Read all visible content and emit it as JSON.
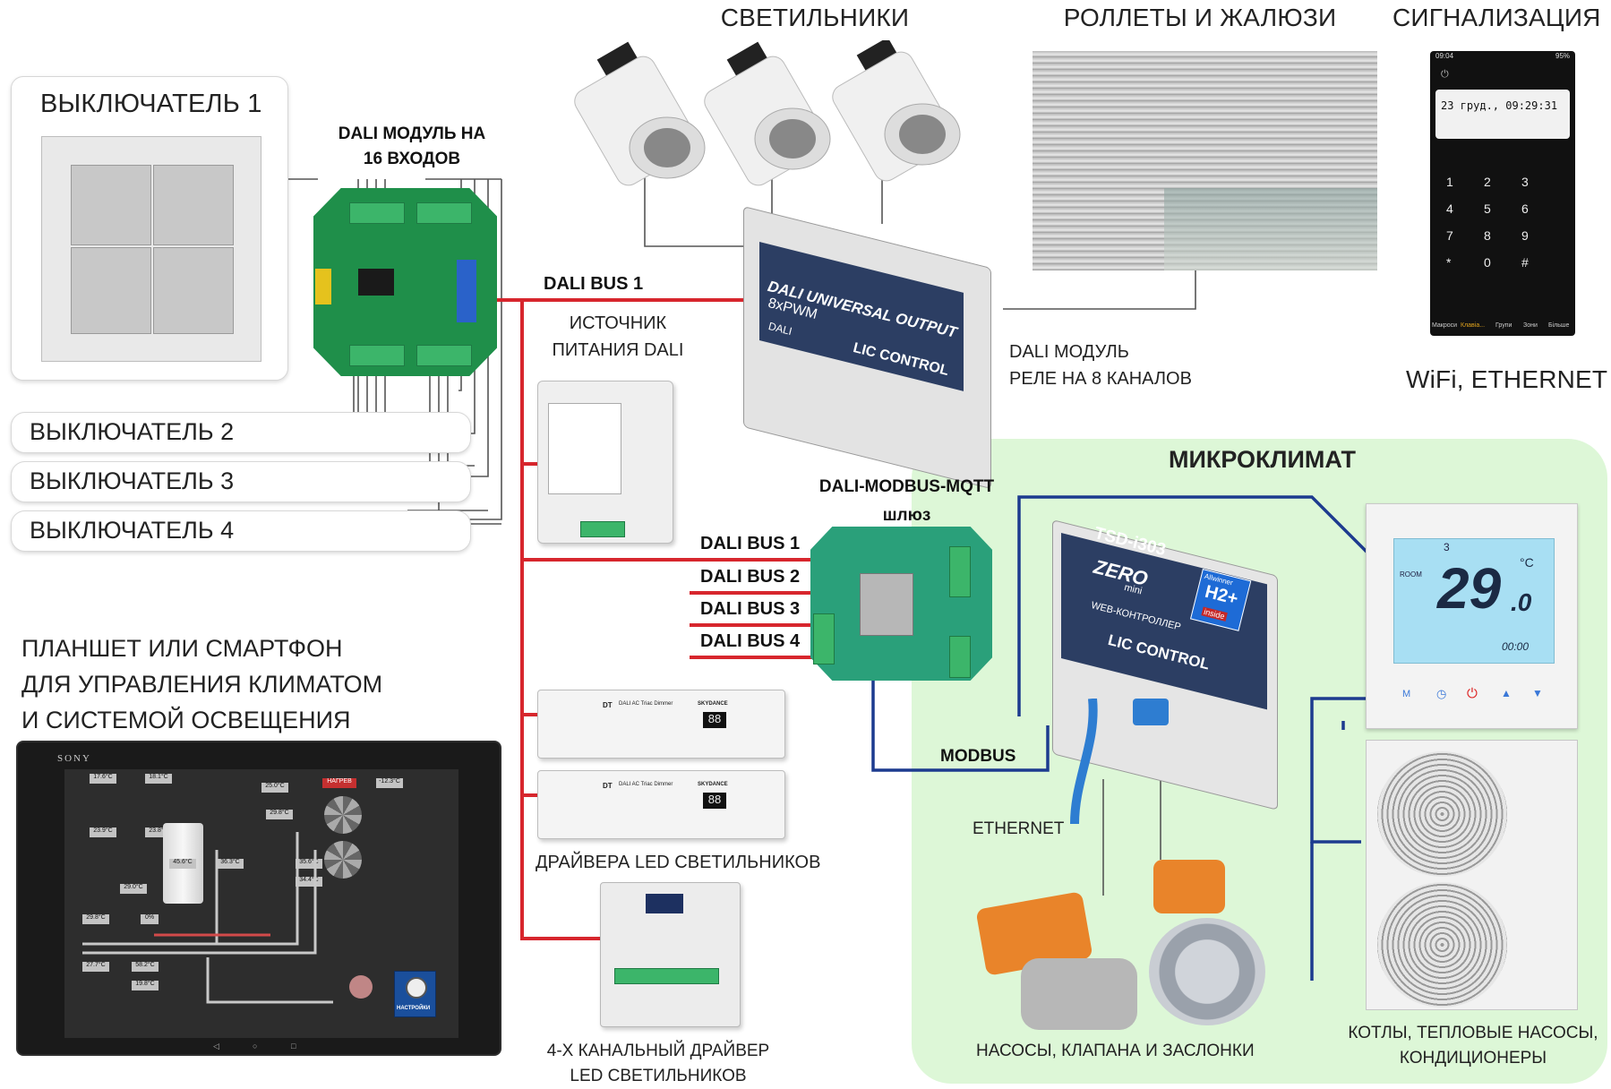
{
  "labels": {
    "lights": "СВЕТИЛЬНИКИ",
    "blinds": "РОЛЛЕТЫ И ЖАЛЮЗИ",
    "alarm": "СИГНАЛИЗАЦИЯ",
    "switch1": "ВЫКЛЮЧАТЕЛЬ 1",
    "switch2": "ВЫКЛЮЧАТЕЛЬ 2",
    "switch3": "ВЫКЛЮЧАТЕЛЬ 3",
    "switch4": "ВЫКЛЮЧАТЕЛЬ 4",
    "dali_module_line1": "DALI МОДУЛЬ НА",
    "dali_module_line2": "16 ВХОДОВ",
    "dali_bus_top": "DALI BUS 1",
    "psu_line1": "ИСТОЧНИК",
    "psu_line2": "ПИТАНИЯ DALI",
    "relay_line1": "DALI МОДУЛЬ",
    "relay_line2": "РЕЛЕ НА 8 КАНАЛОВ",
    "wifi": "WiFi, ETHERNET",
    "climate_title": "МИКРОКЛИМАТ",
    "gateway_line1": "DALI-MODBUS-MQTT",
    "gateway_line2": "шлюз",
    "bus1": "DALI BUS 1",
    "bus2": "DALI BUS 2",
    "bus3": "DALI BUS 3",
    "bus4": "DALI BUS 4",
    "tablet_line1": "ПЛАНШЕТ ИЛИ СМАРТФОН",
    "tablet_line2": "ДЛЯ УПРАВЛЕНИЯ КЛИМАТОМ",
    "tablet_line3": "И СИСТЕМОЙ ОСВЕЩЕНИЯ",
    "modbus": "MODBUS",
    "ethernet": "ETHERNET",
    "led_drivers": "ДРАЙВЕРА LED СВЕТИЛЬНИКОВ",
    "driver4_line1": "4-Х КАНАЛЬНЫЙ ДРАЙВЕР",
    "driver4_line2": "LED СВЕТИЛЬНИКОВ",
    "pumps": "НАСОСЫ, КЛАПАНА И ЗАСЛОНКИ",
    "boilers_line1": "КОТЛЫ, ТЕПЛОВЫЕ НАСОСЫ,",
    "boilers_line2": "КОНДИЦИОНЕРЫ"
  },
  "phone": {
    "status_time": "09:04",
    "battery": "95%",
    "datetime": "23 груд., 09:29:31",
    "keys": [
      "1",
      "2",
      "3",
      "4",
      "5",
      "6",
      "7",
      "8",
      "9",
      "*",
      "0",
      "#"
    ],
    "nav": [
      "Макроси",
      "Клавіа...",
      "Групи",
      "Зони",
      "Більше"
    ]
  },
  "relay_device": {
    "line1": "DALI UNIVERSAL OUTPUT",
    "line2": "8xPWM",
    "line3": "DALI",
    "brand": "LIC CONTROL"
  },
  "controller": {
    "model": "TSD-i303",
    "series": "ZERO",
    "series_sub": "mini",
    "type": "WEB-КОНТРОЛЛЕР",
    "badge": "H2+",
    "badge_top": "Allwinner",
    "badge_bottom": "inside",
    "brand": "LIC CONTROL"
  },
  "thermostat": {
    "temperature": "29",
    "decimal": ".0",
    "unit": "°C",
    "room": "ROOM",
    "time": "00:00",
    "mode": "3"
  },
  "tablet": {
    "brand": "SONY",
    "readouts": [
      "17.6°C",
      "18.1°C",
      "23.9°C",
      "23.8°C",
      "25.0°C",
      "29.8°C",
      "45.6°C",
      "36.3°C",
      "35.6°C",
      "34.4°C",
      "29.0°C",
      "29.8°C",
      "0%",
      "27.7°C",
      "58.2°C",
      "19.8°C",
      "-12.3°C"
    ],
    "mode_label": "НАГРЕВ",
    "settings_label": "НАСТРОЙКИ"
  },
  "drivers": {
    "brand": "SKYDANCE",
    "model": "DT",
    "display": "88",
    "desc": "DALI AC Triac Dimmer"
  },
  "colors": {
    "dali_wire": "#d7262d",
    "modbus_wire": "#1d3b8f",
    "climate_bg": "#ddf7d7",
    "pcb_green": "#1f8f4a"
  }
}
